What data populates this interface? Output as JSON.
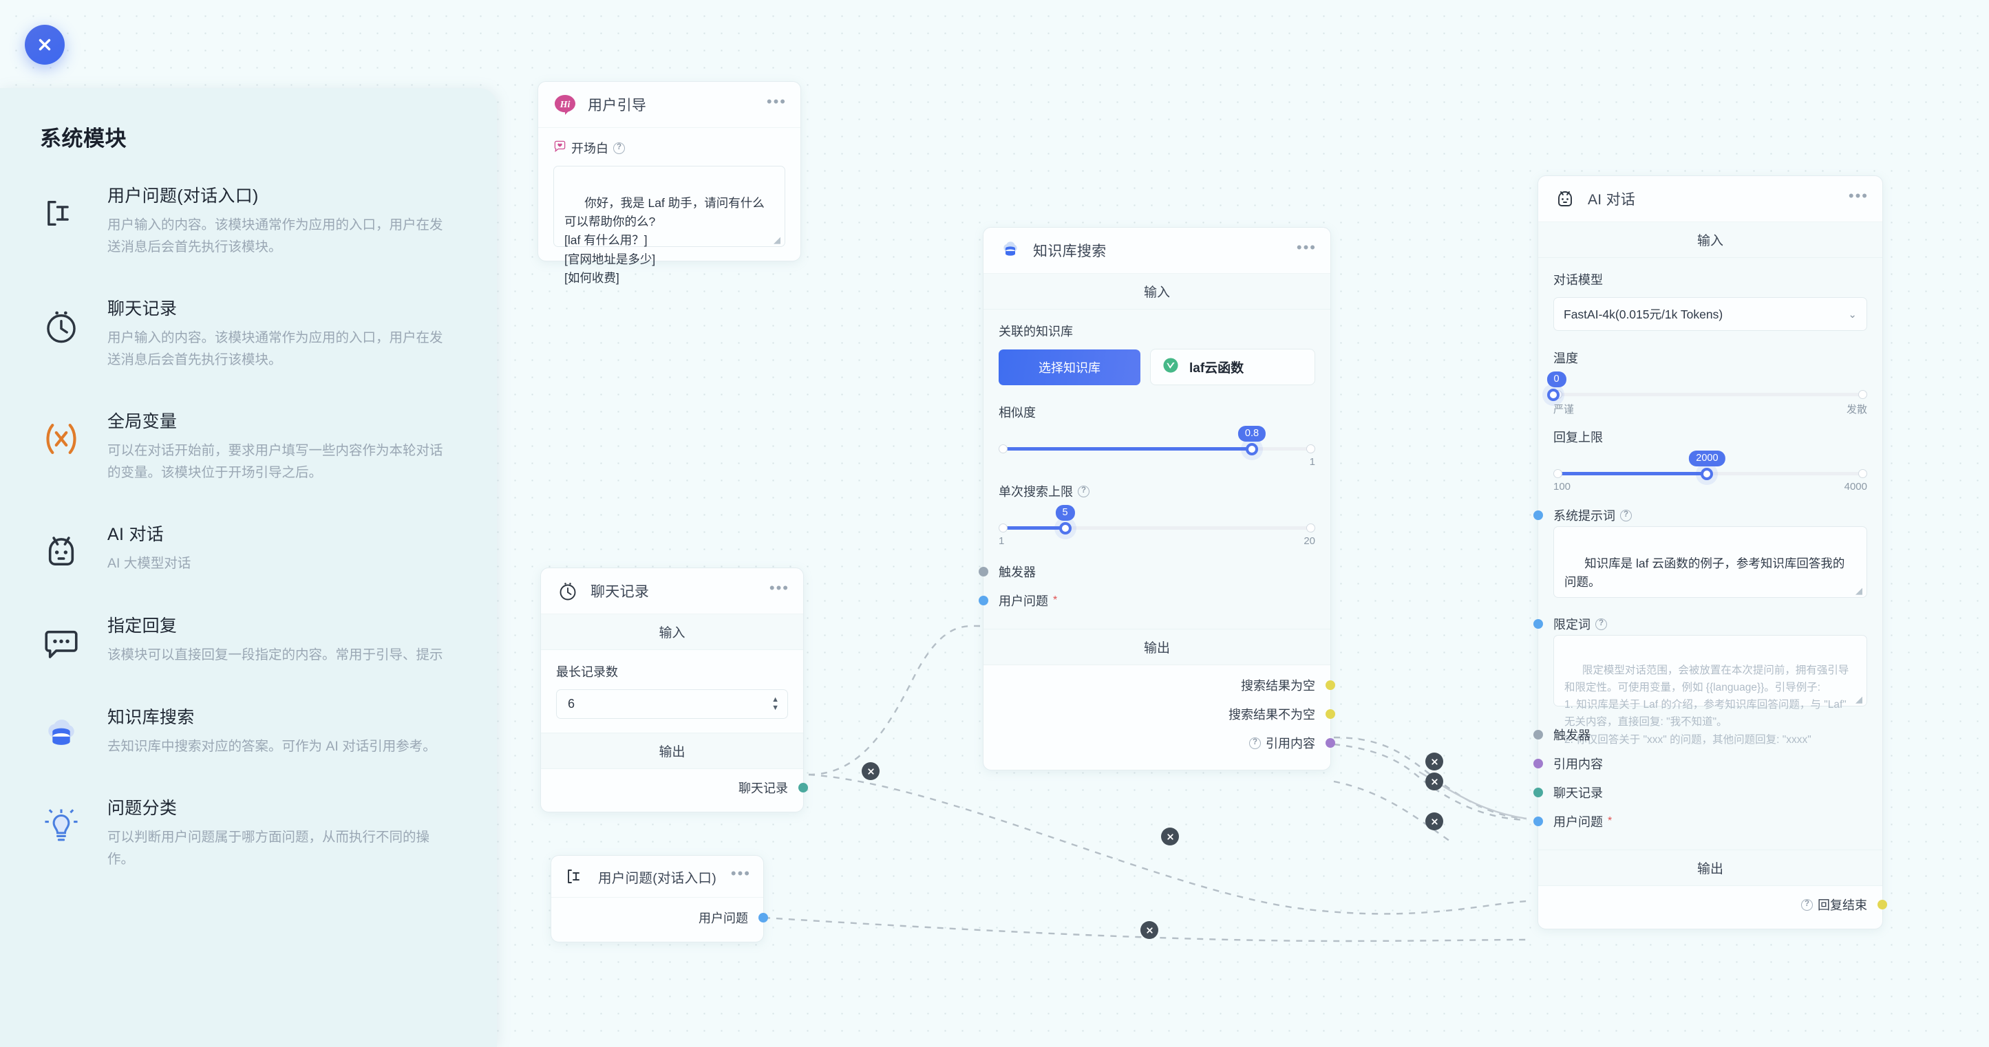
{
  "app": {
    "close_label": "关闭"
  },
  "sidebar": {
    "title": "系统模块",
    "items": [
      {
        "icon": "text-cursor-icon",
        "name": "用户问题(对话入口)",
        "desc": "用户输入的内容。该模块通常作为应用的入口，用户在发送消息后会首先执行该模块。"
      },
      {
        "icon": "clock-history-icon",
        "name": "聊天记录",
        "desc": "用户输入的内容。该模块通常作为应用的入口，用户在发送消息后会首先执行该模块。"
      },
      {
        "icon": "variable-x-icon",
        "name": "全局变量",
        "desc": "可以在对话开始前，要求用户填写一些内容作为本轮对话的变量。该模块位于开场引导之后。"
      },
      {
        "icon": "robot-icon",
        "name": "AI 对话",
        "desc": "AI 大模型对话"
      },
      {
        "icon": "chat-bubble-icon",
        "name": "指定回复",
        "desc": "该模块可以直接回复一段指定的内容。常用于引导、提示"
      },
      {
        "icon": "database-cloud-icon",
        "name": "知识库搜索",
        "desc": "去知识库中搜索对应的答案。可作为 AI 对话引用参考。"
      },
      {
        "icon": "lightbulb-icon",
        "name": "问题分类",
        "desc": "可以判断用户问题属于哪方面问题，从而执行不同的操作。"
      }
    ]
  },
  "nodes": {
    "user_guide": {
      "icon": "hi-badge-icon",
      "title": "用户引导",
      "menu": "•••",
      "field_label": "开场白",
      "value": "你好，我是 Laf 助手，请问有什么可以帮助你的么?\n[laf 有什么用？]\n[官网地址是多少]\n[如何收费]"
    },
    "chat_history": {
      "icon": "clock-history-icon",
      "title": "聊天记录",
      "menu": "•••",
      "input_section": "输入",
      "max_label": "最长记录数",
      "max_value": "6",
      "output_section": "输出",
      "out_port": "聊天记录"
    },
    "user_question": {
      "icon": "text-cursor-icon",
      "title": "用户问题(对话入口)",
      "menu": "•••",
      "out_port": "用户问题"
    },
    "kb_search": {
      "icon": "database-cloud-icon",
      "title": "知识库搜索",
      "menu": "•••",
      "input_section": "输入",
      "kb_label": "关联的知识库",
      "select_kb_button": "选择知识库",
      "kb_chip": "laf云函数",
      "similarity_label": "相似度",
      "similarity_value": "0.8",
      "similarity_min": "",
      "similarity_max": "1",
      "limit_label": "单次搜索上限",
      "limit_value": "5",
      "limit_min": "1",
      "limit_max": "20",
      "in_trigger": "触发器",
      "in_question": "用户问题",
      "output_section": "输出",
      "out_empty": "搜索结果为空",
      "out_not_empty": "搜索结果不为空",
      "out_quote": "引用内容"
    },
    "ai_chat": {
      "icon": "robot-icon",
      "title": "AI 对话",
      "menu": "•••",
      "input_section": "输入",
      "model_label": "对话模型",
      "model_value": "FastAI-4k(0.015元/1k Tokens)",
      "temp_label": "温度",
      "temp_value": "0",
      "temp_min_label": "严谨",
      "temp_max_label": "发散",
      "tokens_label": "回复上限",
      "tokens_value": "2000",
      "tokens_min": "100",
      "tokens_max": "4000",
      "sys_prompt_label": "系统提示词",
      "sys_prompt_value": "知识库是 laf 云函数的例子，参考知识库回答我的问题。",
      "limit_word_label": "限定词",
      "limit_word_placeholder": "限定模型对话范围，会被放置在本次提问前，拥有强引导和限定性。可使用变量，例如 {{language}}。引导例子:\n1. 知识库是关于 Laf 的介绍，参考知识库回答问题，与 \"Laf\" 无关内容，直接回复: \"我不知道\"。\n2. 你仅回答关于 \"xxx\" 的问题，其他问题回复: \"xxxx\"",
      "in_trigger": "触发器",
      "in_quote": "引用内容",
      "in_history": "聊天记录",
      "in_question": "用户问题",
      "output_section": "输出",
      "out_done": "回复结束"
    }
  },
  "colors": {
    "accent": "#4f74ee",
    "canvas_bg": "#f3fbfc",
    "sidebar_bg": "#e7f4f6",
    "port_blue": "#5aa7ef",
    "port_gray": "#9aa7b4",
    "port_yellow": "#e3d752",
    "port_purple": "#a07ccd",
    "port_teal": "#4aa99e",
    "edge_dash": "#b4bec6"
  }
}
